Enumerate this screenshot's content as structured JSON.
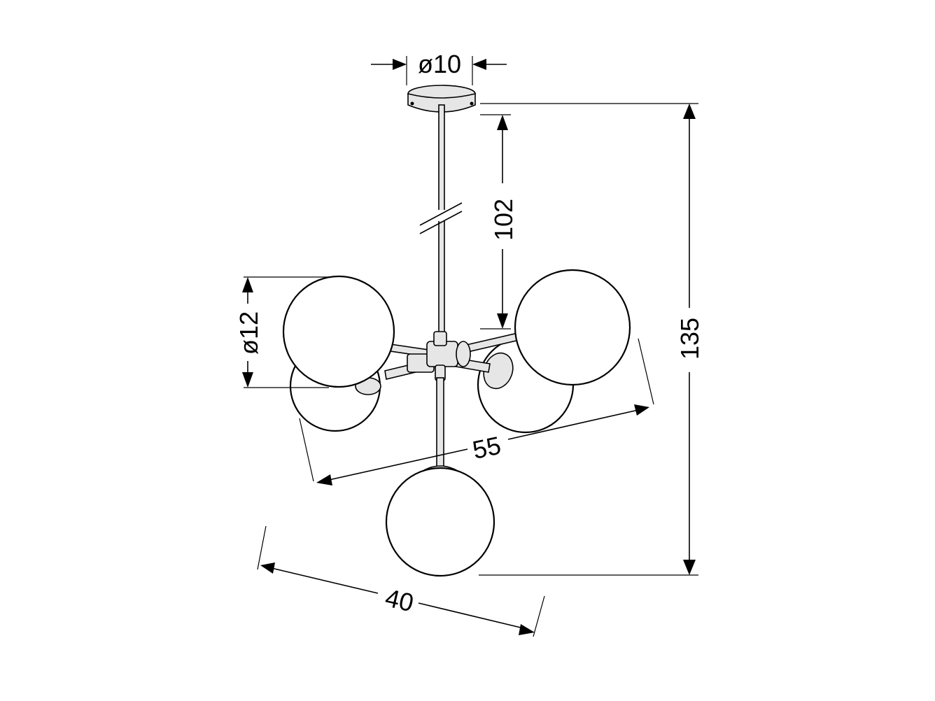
{
  "dimensions": {
    "canopy_diameter": "ø10",
    "rod_length": "102",
    "total_height": "135",
    "globe_diameter": "ø12",
    "span_width": "55",
    "span_depth": "40"
  },
  "colors": {
    "line": "#000000",
    "background": "#ffffff",
    "metal_fill": "#e6e6e6"
  }
}
